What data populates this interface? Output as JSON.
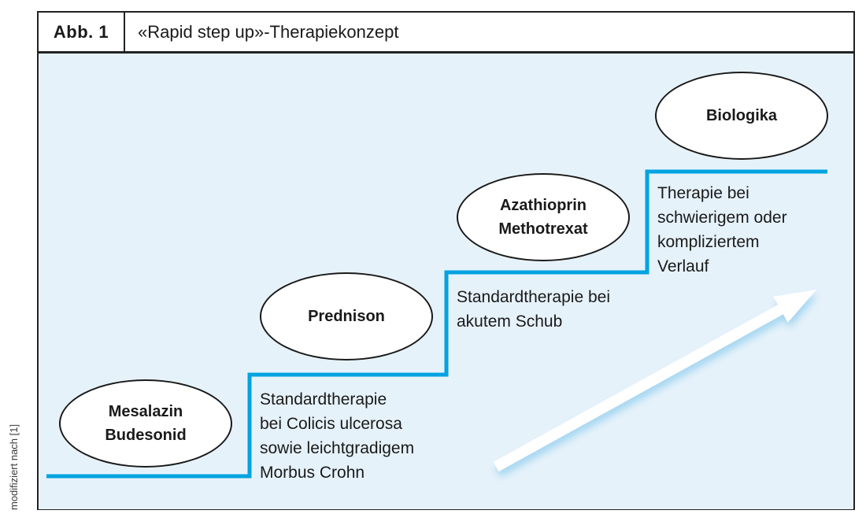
{
  "figure": {
    "label": "Abb. 1",
    "title": "«Rapid step up»-Therapiekonzept",
    "credit": "modifiziert nach [1]"
  },
  "colors": {
    "accent_blue": "#00A3E0",
    "panel_bg": "#E6F2FA",
    "arrow_fill": "#FFFFFF",
    "arrow_glow": "#9FD4F0"
  },
  "diagram": {
    "ellipses": [
      {
        "label": "Mesalazin\nBudesonid"
      },
      {
        "label": "Prednison"
      },
      {
        "label": "Azathioprin\nMethotrexat"
      },
      {
        "label": "Biologika"
      }
    ],
    "notes": [
      {
        "text": "Standardtherapie\nbei Colicis ulcerosa\nsowie leichtgradigem\nMorbus Crohn"
      },
      {
        "text": "Standardtherapie bei\nakutem Schub"
      },
      {
        "text": "Therapie bei\nschwierigem oder\nkompliziertem\nVerlauf"
      }
    ]
  }
}
